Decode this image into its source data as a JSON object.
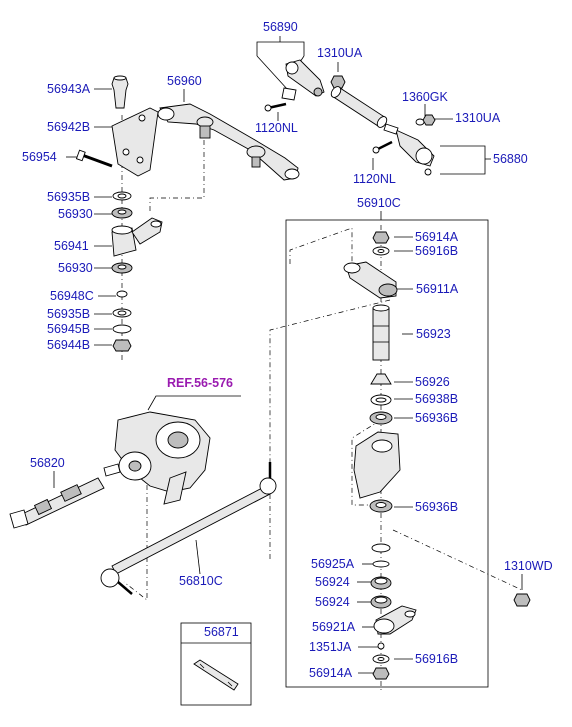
{
  "labels": {
    "p56890": "56890",
    "p1310UA_top": "1310UA",
    "p56943A": "56943A",
    "p56960": "56960",
    "p1360GK": "1360GK",
    "p1310UA_right": "1310UA",
    "p56942B": "56942B",
    "p1120NL_top": "1120NL",
    "p56954": "56954",
    "p56880": "56880",
    "p1120NL_right": "1120NL",
    "p56935B_top": "56935B",
    "p56910C": "56910C",
    "p56930_top": "56930",
    "p56914A_top": "56914A",
    "p56941": "56941",
    "p56916B_top": "56916B",
    "p56930_mid": "56930",
    "p56911A": "56911A",
    "p56948C": "56948C",
    "p56935B_mid": "56935B",
    "p56923": "56923",
    "p56945B": "56945B",
    "p56944B": "56944B",
    "ref": "REF.56-576",
    "p56926": "56926",
    "p56938B": "56938B",
    "p56936B_top": "56936B",
    "p56820": "56820",
    "p56936B_mid": "56936B",
    "p56925A": "56925A",
    "p1310WD": "1310WD",
    "p56924_a": "56924",
    "p56810C": "56810C",
    "p56924_b": "56924",
    "p56921A": "56921A",
    "p1351JA": "1351JA",
    "p56916B_bot": "56916B",
    "p56914A_bot": "56914A",
    "p56871": "56871"
  }
}
